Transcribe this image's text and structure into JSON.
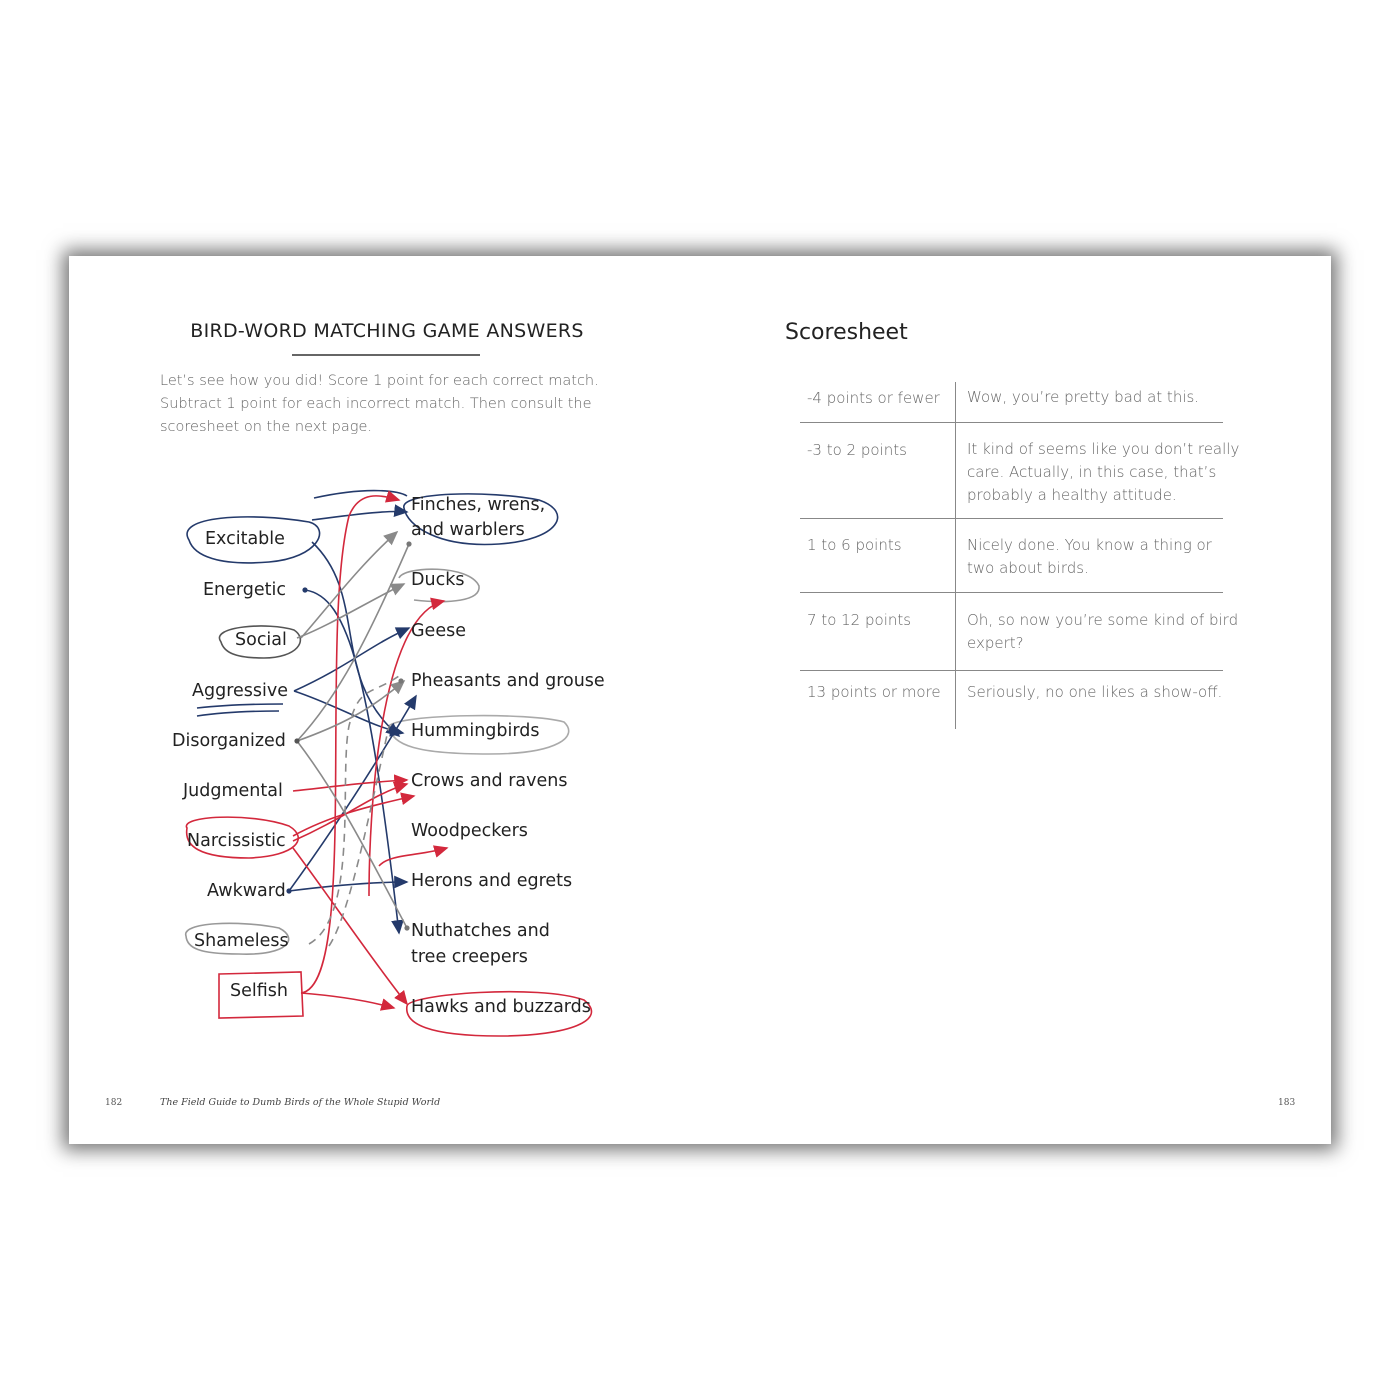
{
  "left_page": {
    "heading": "BIRD-WORD MATCHING GAME ANSWERS",
    "intro_lines": [
      "Let’s see how you did! Score 1 point for each correct match.",
      "Subtract 1 point for each incorrect match. Then consult the",
      "scoresheet on the next page."
    ],
    "adjectives": [
      "Excitable",
      "Energetic",
      "Social",
      "Aggressive",
      "Disorganized",
      "Judgmental",
      "Narcissistic",
      "Awkward",
      "Shameless",
      "Selfish"
    ],
    "birds": [
      "Finches, wrens,",
      "and warblers",
      "Ducks",
      "Geese",
      "Pheasants and grouse",
      "Hummingbirds",
      "Crows and ravens",
      "Woodpeckers",
      "Herons and egrets",
      "Nuthatches and",
      "tree creepers",
      "Hawks and buzzards"
    ],
    "folio": "182",
    "running_title": "The Field Guide to Dumb Birds of the Whole Stupid World"
  },
  "right_page": {
    "title": "Scoresheet",
    "rows": [
      {
        "range": "-4 points or fewer",
        "text": "Wow, you’re pretty bad at this."
      },
      {
        "range": "-3 to 2 points",
        "text": "It kind of seems like you don’t really care. Actually, in this case, that’s probably a healthy attitude."
      },
      {
        "range": "1 to 6 points",
        "text": "Nicely done. You know a thing or two about birds."
      },
      {
        "range": "7 to 12 points",
        "text": "Oh, so now you’re some kind of bird expert?"
      },
      {
        "range": "13 points or more",
        "text": "Seriously, no one likes a show-off."
      }
    ],
    "folio": "183"
  },
  "colors": {
    "blue_ink": "#243a6b",
    "red_ink": "#d3283c",
    "gray_ink": "#8a8a8a"
  }
}
